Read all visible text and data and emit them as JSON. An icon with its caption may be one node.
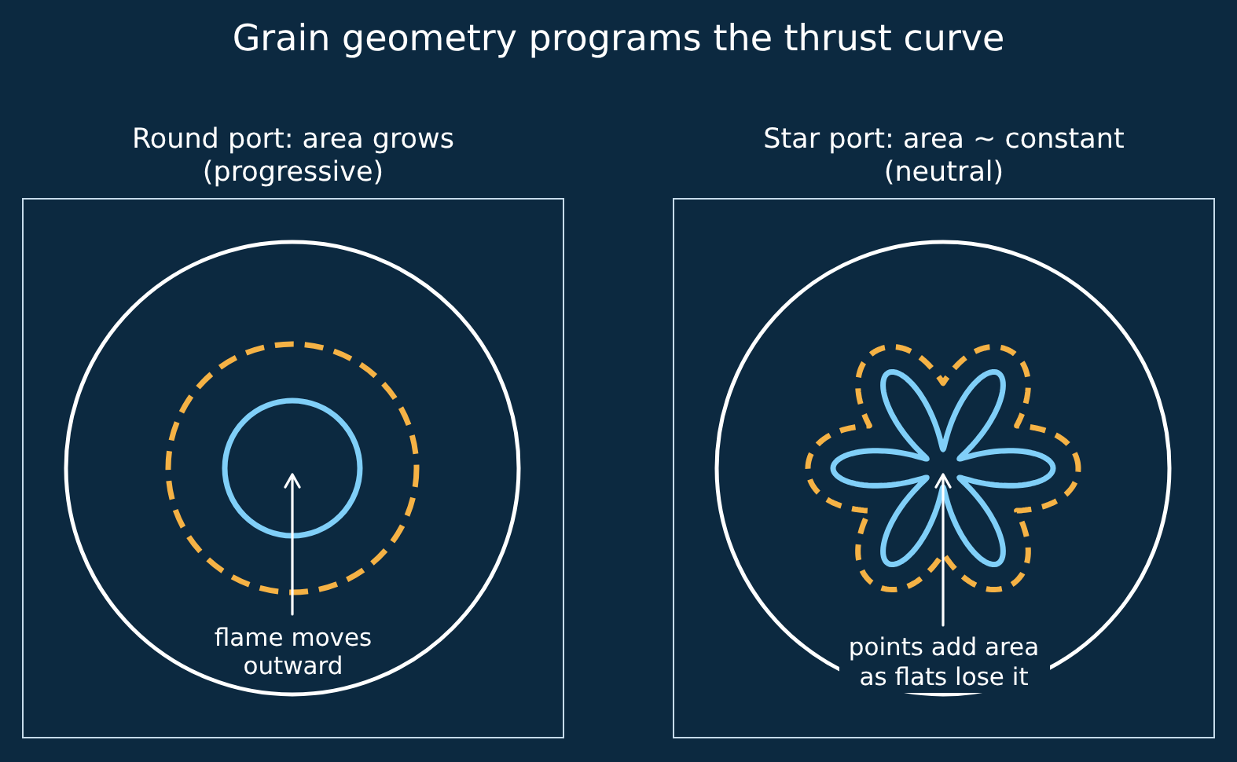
{
  "diagram": {
    "title": "Grain geometry programs the thrust curve",
    "nodes": [
      {
        "text": [
          "Round port: area grows (progressive)",
          "flame moves outward"
        ]
      },
      {
        "text": [
          "Star port: area ~ constant (neutral)",
          "points add area as flats lose it"
        ]
      }
    ]
  }
}
